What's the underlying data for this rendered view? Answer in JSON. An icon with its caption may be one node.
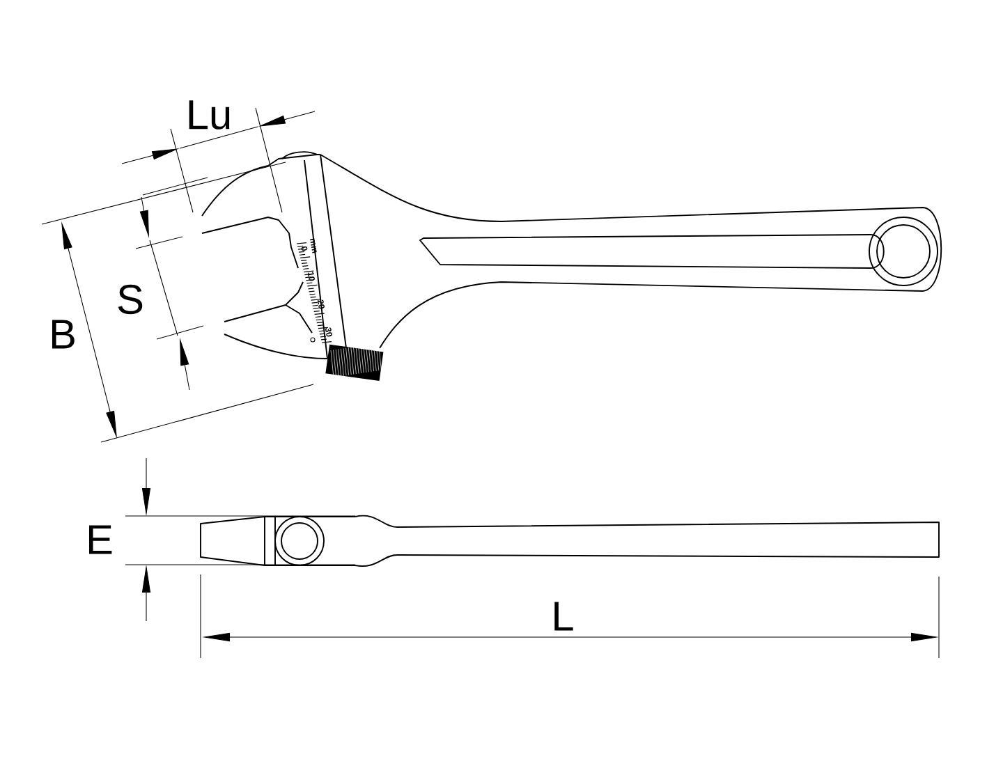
{
  "diagram": {
    "labels": [
      "Lu",
      "0",
      "mm",
      "S",
      "10",
      "20",
      "30",
      "B",
      "E",
      "L"
    ]
  }
}
